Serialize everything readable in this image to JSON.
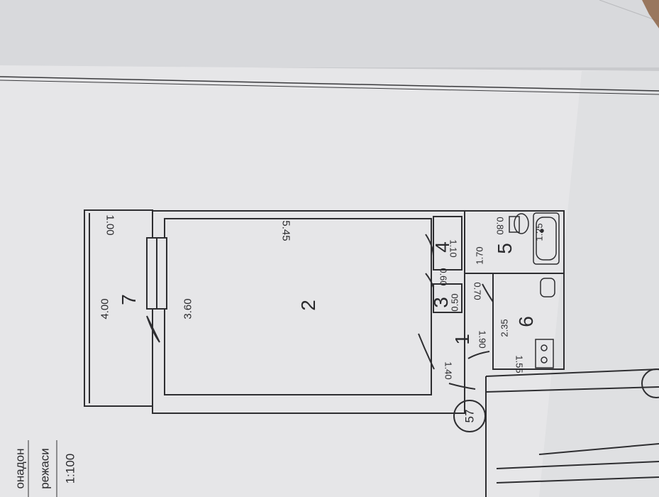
{
  "plan": {
    "rooms": [
      {
        "number": "1"
      },
      {
        "number": "2"
      },
      {
        "number": "3"
      },
      {
        "number": "4"
      },
      {
        "number": "5"
      },
      {
        "number": "6"
      },
      {
        "number": "7"
      }
    ],
    "dimensions": {
      "d_1_00": "1.00",
      "d_4_00": "4.00",
      "d_3_60": "3.60",
      "d_5_45": "5.45",
      "d_1_10": "1.10",
      "d_0_60": "0.60",
      "d_0_50": "0.50",
      "d_1_70": "1.70",
      "d_0_70": "0.70",
      "d_0_80": "0.80",
      "d_1_25": "1.25",
      "d_2_35": "2.35",
      "d_1_90": "1.90",
      "d_1_55": "1.55",
      "d_1_40": "1.40"
    },
    "apartment_number": "57"
  },
  "caption": {
    "line1": "онадон",
    "line2": "режаси",
    "scale": "1:100"
  },
  "colors": {
    "paper": "#e7e7e9",
    "ink": "#2a2a2d",
    "shadow": "#c4c5c8"
  }
}
